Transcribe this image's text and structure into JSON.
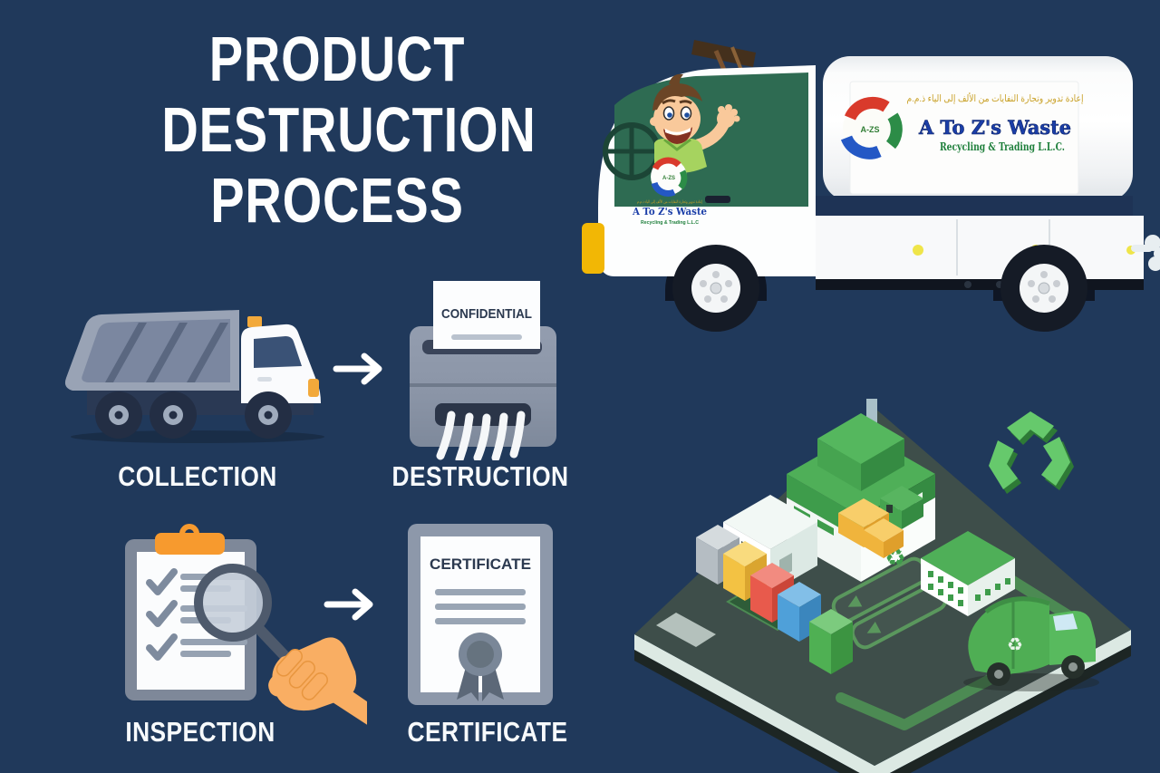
{
  "title": {
    "line1": "PRODUCT",
    "line2": "DESTRUCTION",
    "line3": "PROCESS"
  },
  "process": {
    "steps": [
      {
        "id": "collection",
        "label": "COLLECTION",
        "icon": "dump-truck-icon"
      },
      {
        "id": "destruction",
        "label": "DESTRUCTION",
        "icon": "paper-shredder-icon",
        "paper_text": "CONFIDENTIAL"
      },
      {
        "id": "inspection",
        "label": "INSPECTION",
        "icon": "clipboard-magnifier-icon"
      },
      {
        "id": "certificate",
        "label": "CERTIFICATE",
        "icon": "certificate-icon",
        "document_title": "CERTIFICATE"
      }
    ]
  },
  "truck_branding": {
    "arabic_tagline": "إعادة تدوير وتجارة النفايات من الألف إلى الياء ذ.م.م",
    "company_name": "A To Z's Waste",
    "company_subtitle": "Recycling & Trading L.L.C.",
    "door_company_name": "A To Z's Waste",
    "door_company_subtitle": "Recycling & Trading L.L.C",
    "logo_monogram": "A-ZS"
  },
  "icons": {
    "recycle_glyph": "♻"
  },
  "colors": {
    "background": "#20395B",
    "icon_gray": "#8D97A9",
    "icon_dark_navy": "#2B394F",
    "accent_orange": "#F79A2E",
    "brand_blue": "#1B3EA8",
    "brand_green": "#1E7F3B",
    "brand_gold": "#C9A127",
    "facility_green": "#4FAF58",
    "hand_skin": "#F9AE63"
  }
}
